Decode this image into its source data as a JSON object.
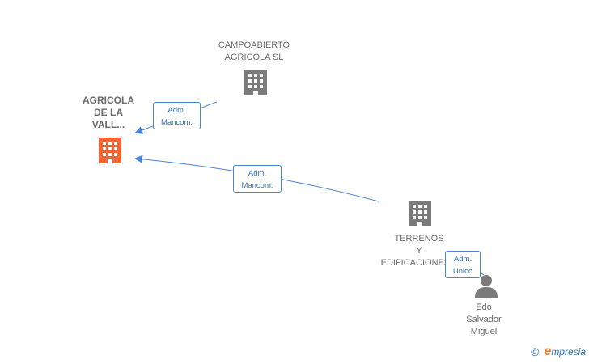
{
  "colors": {
    "company": "#7b7b7b",
    "company_highlight": "#f26430",
    "person": "#7b7b7b",
    "edge": "#4a86d6",
    "label_text": "#6b6b6b"
  },
  "nodes": {
    "campoabierto": {
      "label": "CAMPOABIERTO\nAGRICOLA  SL",
      "icon": "building-icon"
    },
    "agricola_vall": {
      "label": "AGRICOLA\nDE LA\nVALL...",
      "icon": "building-icon"
    },
    "terrenos": {
      "label": "TERRENOS\nY\nEDIFICACIONES...",
      "icon": "building-icon"
    },
    "edo": {
      "label": "Edo\nSalvador\nMiguel",
      "icon": "person-icon"
    }
  },
  "edges": {
    "campo_to_vall": {
      "label": "Adm.\nMancom."
    },
    "terrenos_to_vall": {
      "label": "Adm.\nMancom."
    },
    "edo_to_terrenos": {
      "label": "Adm.\nUnico"
    }
  },
  "footer": {
    "copyright": "©",
    "brand_e": "e",
    "brand": "mpresia"
  }
}
